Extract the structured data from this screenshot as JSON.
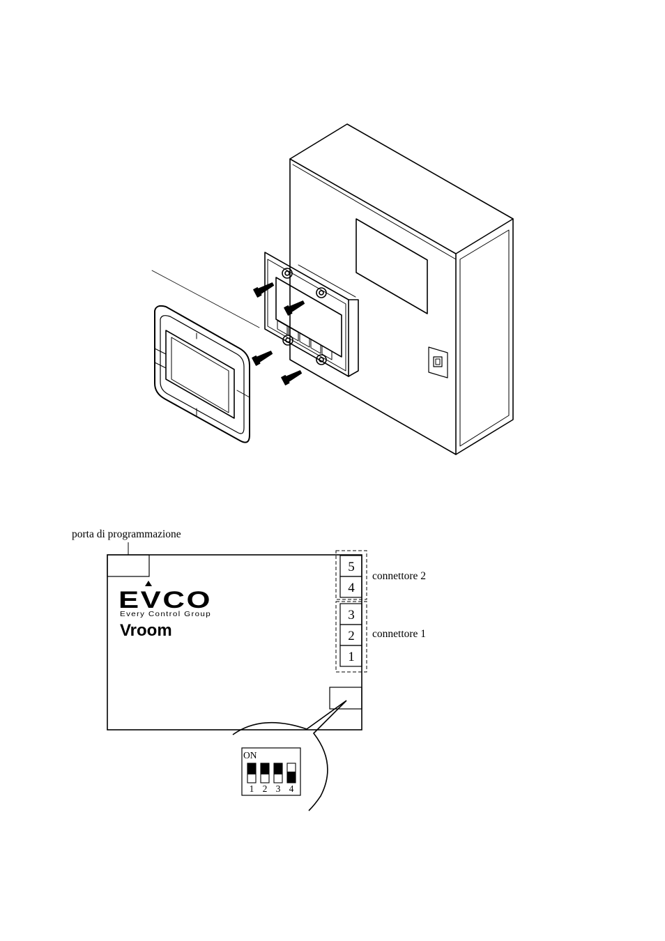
{
  "labels": {
    "programming_port": "porta di programmazione",
    "connector_2": "connettore 2",
    "connector_1": "connettore 1"
  },
  "brand": {
    "logo_text": "EVCO",
    "tagline": "Every Control Group",
    "product": "Vroom"
  },
  "terminals": [
    "5",
    "4",
    "3",
    "2",
    "1"
  ],
  "dip_switch": {
    "on_label": "ON",
    "switches": [
      {
        "number": "1",
        "state": "on"
      },
      {
        "number": "2",
        "state": "on"
      },
      {
        "number": "3",
        "state": "on"
      },
      {
        "number": "4",
        "state": "off"
      }
    ]
  }
}
